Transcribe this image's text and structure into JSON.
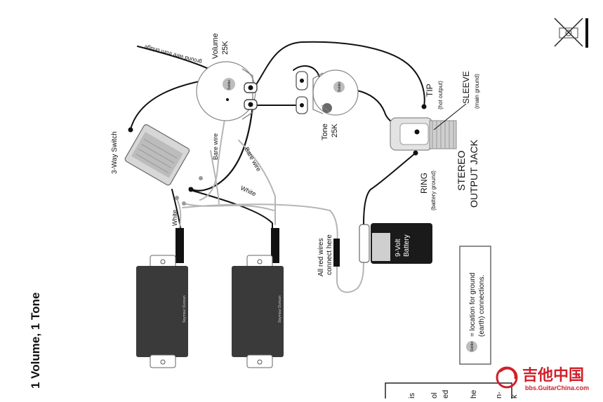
{
  "title": "1 Volume, 1 Tone",
  "labels": {
    "volume": "Volume",
    "volume_value": "25K",
    "ground_wire": "ground wire from bridge",
    "switch": "3-Way Switch",
    "bare_wire_1": "Bare wire",
    "bare_wire_2": "Bare wire",
    "white_1": "White",
    "white_2": "White",
    "tone": "Tone",
    "tone_value": "25K",
    "tip": "TIP",
    "tip_sub": "(hot output)",
    "sleeve": "SLEEVE",
    "sleeve_sub": "(main ground)",
    "ring": "RING",
    "ring_sub": "(battery ground)",
    "jack_line1": "STEREO",
    "jack_line2": "OUTPUT JACK",
    "battery_line1": "9-Volt",
    "battery_line2": "Battery",
    "red_wires_line1": "All red wires",
    "red_wires_line2": "connect here",
    "pickup_brand_1": "Seymour Duncan",
    "pickup_brand_2": "Seymour Duncan",
    "solder_small": "Solder",
    "solder_legend_small": "Solder",
    "legend_line1": "= location for ground",
    "legend_line2": "(earth) connections."
  },
  "partial_text": [
    "is",
    "ol",
    "ed",
    "he",
    "n-",
    "k"
  ],
  "watermark": {
    "brand": "吉他中国",
    "url": "bbs.GuitarChina.com"
  },
  "colors": {
    "wire": "#111111",
    "bare_wire": "#bbbbbb",
    "pickup": "#3a3a3a",
    "battery": "#1a1a1a",
    "watermark": "#d0202a"
  }
}
